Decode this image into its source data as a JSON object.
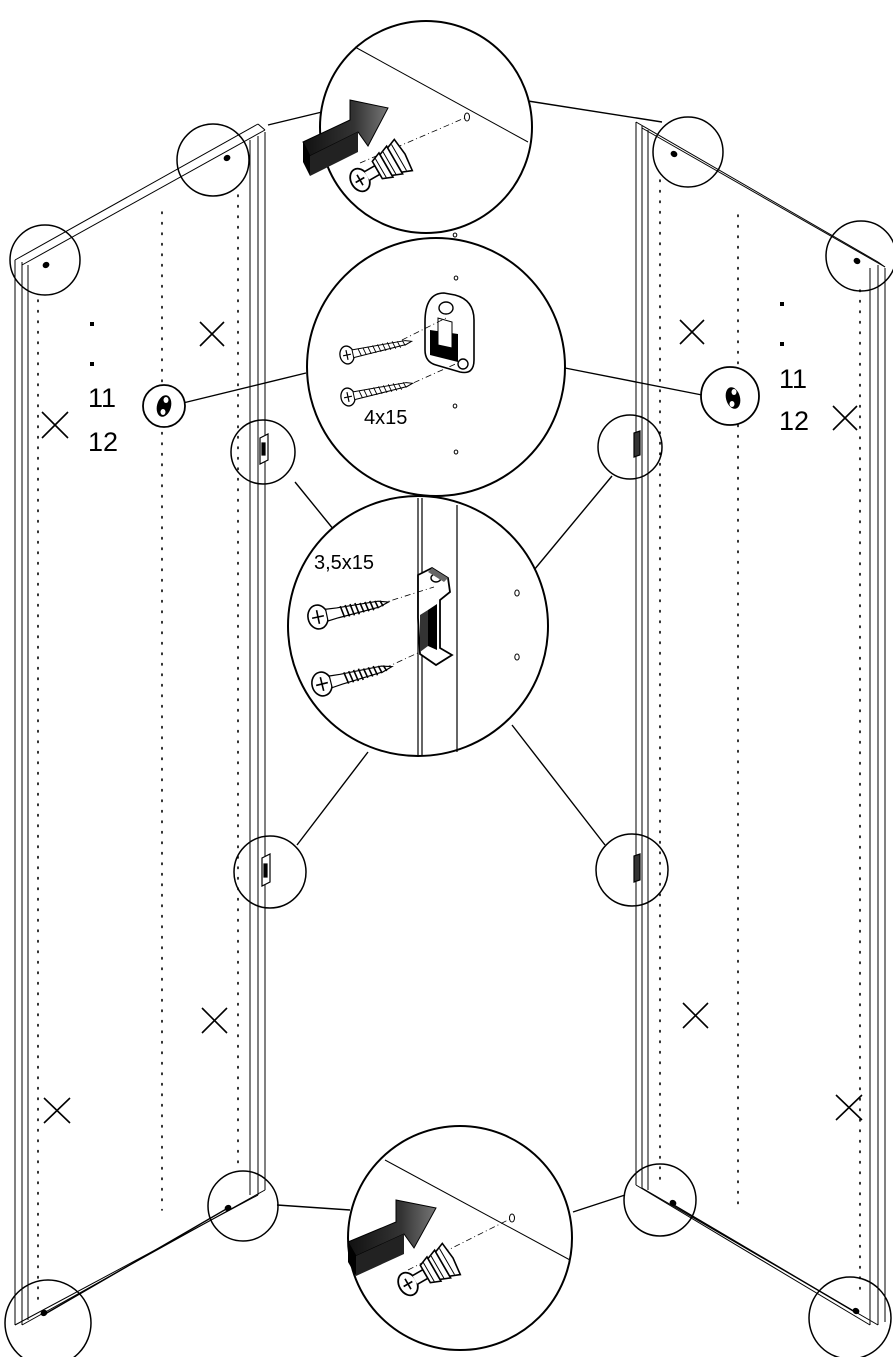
{
  "labels": {
    "left_list": [
      "11",
      "12"
    ],
    "right_list": [
      "11",
      "12"
    ],
    "screw_small": "4x15",
    "screw_large": "3,5x15"
  },
  "colors": {
    "line": "#000000",
    "background": "#ffffff",
    "arrow_dark": "#222222",
    "arrow_light": "#888888"
  },
  "icons": [
    "plastic-dowel-icon",
    "mounting-bracket-icon",
    "screw-icon",
    "push-arrow-icon",
    "cross-mark-icon",
    "detail-circle-icon"
  ]
}
